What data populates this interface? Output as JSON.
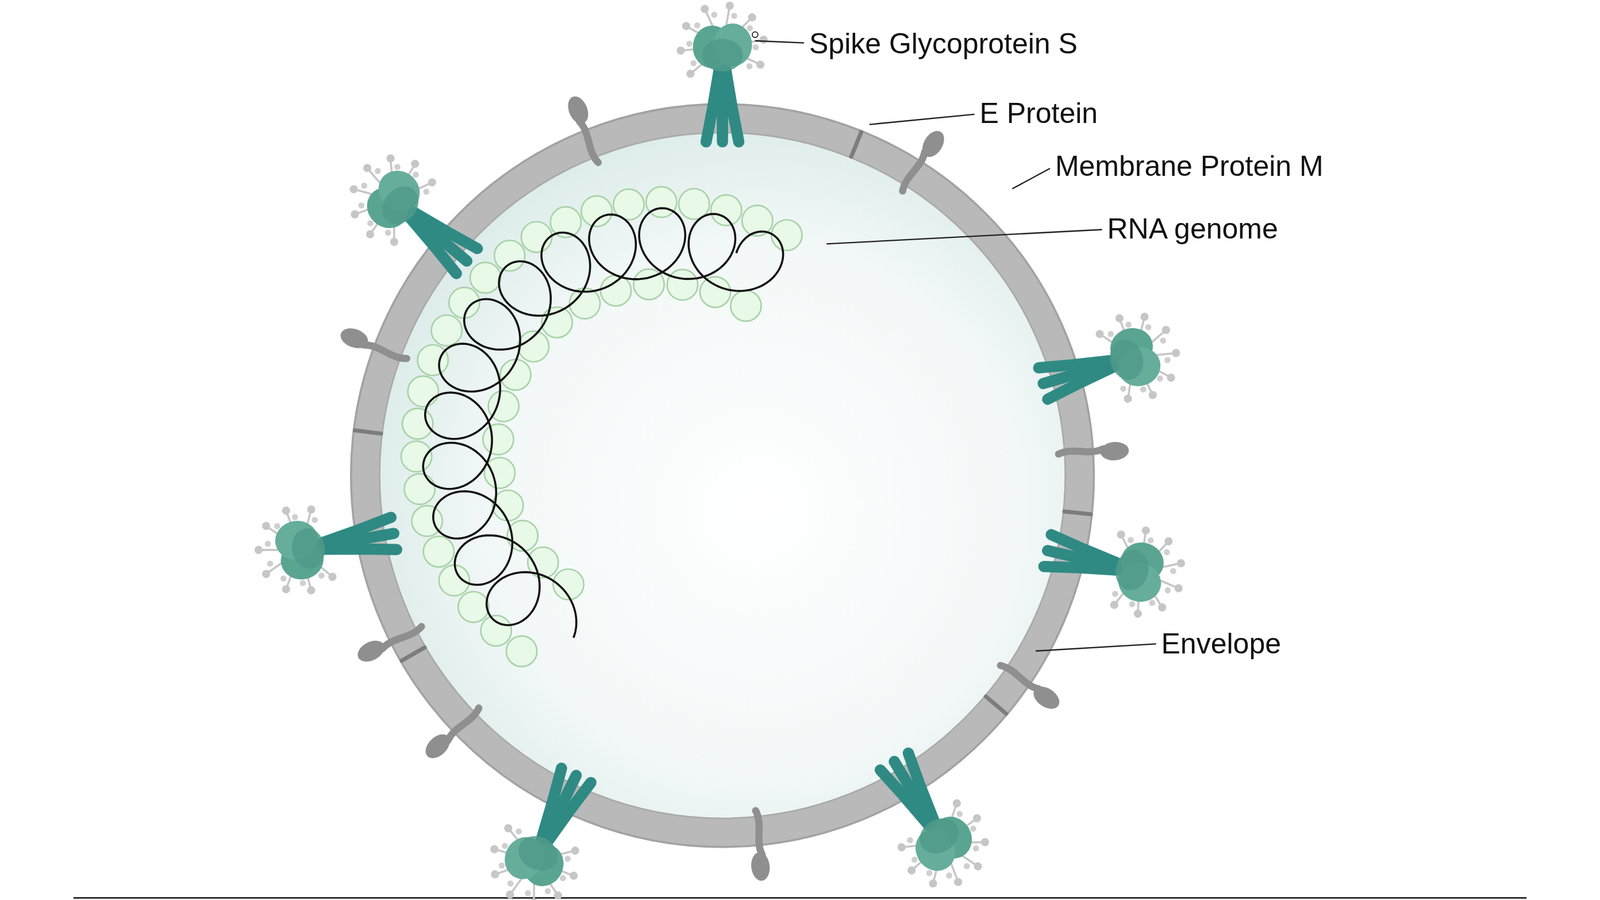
{
  "diagram": {
    "labels": [
      "Spike Glycoprotein S",
      "E Protein",
      "Membrane Protein M",
      "RNA genome",
      "Envelope"
    ]
  }
}
